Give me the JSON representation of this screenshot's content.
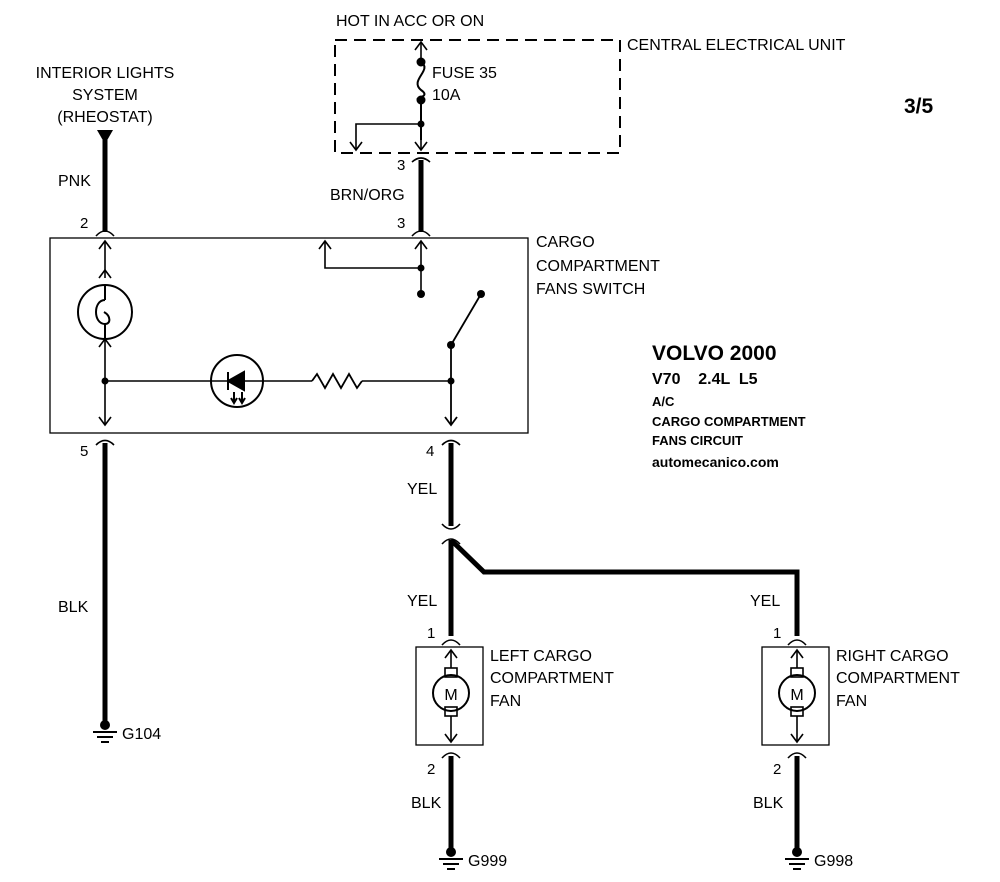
{
  "page": {
    "number": "3/5"
  },
  "title_block": {
    "make": "VOLVO 2000",
    "model": "V70    2.4L  L5",
    "system": "A/C",
    "circuit_line1": "CARGO COMPARTMENT",
    "circuit_line2": "FANS CIRCUIT",
    "website": "automecanico.com"
  },
  "power": {
    "label": "HOT IN ACC OR ON",
    "unit_label": "CENTRAL ELECTRICAL UNIT",
    "fuse_name": "FUSE 35",
    "fuse_rating": "10A",
    "unit_pin": "3"
  },
  "interior": {
    "line1": "INTERIOR LIGHTS",
    "line2": "SYSTEM",
    "line3": "(RHEOSTAT)"
  },
  "switch": {
    "line1": "CARGO",
    "line2": "COMPARTMENT",
    "line3": "FANS SWITCH",
    "pin_pnk": "2",
    "pin_feed": "3",
    "pin_ground": "5",
    "pin_output": "4"
  },
  "wires": {
    "pnk": "PNK",
    "brn_org": "BRN/ORG",
    "yel_main": "YEL",
    "yel_left": "YEL",
    "yel_right": "YEL",
    "blk_switch": "BLK",
    "blk_left": "BLK",
    "blk_right": "BLK"
  },
  "left_fan": {
    "line1": "LEFT CARGO",
    "line2": "COMPARTMENT",
    "line3": "FAN",
    "pin_in": "1",
    "pin_out": "2",
    "motor": "M"
  },
  "right_fan": {
    "line1": "RIGHT CARGO",
    "line2": "COMPARTMENT",
    "line3": "FAN",
    "pin_in": "1",
    "pin_out": "2",
    "motor": "M"
  },
  "grounds": {
    "g_switch": "G104",
    "g_left": "G999",
    "g_right": "G998"
  }
}
